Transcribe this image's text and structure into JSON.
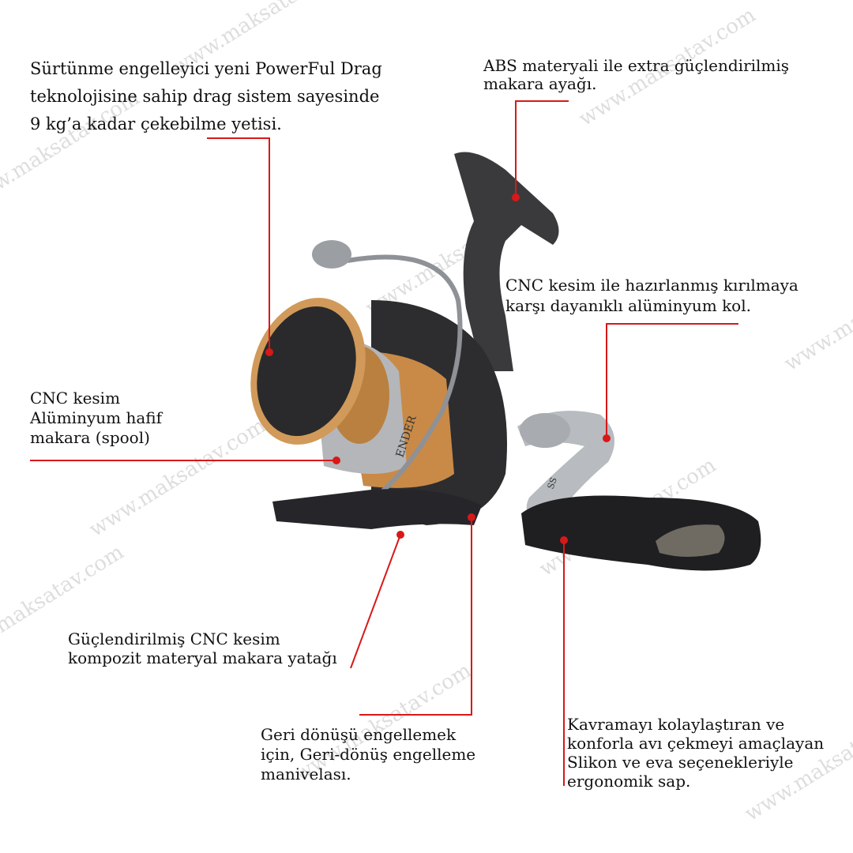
{
  "watermark": "www.maksatav.com",
  "colors": {
    "callout_line": "#d81818",
    "text": "#111111",
    "reel_dark": "#2f2f31",
    "reel_gold": "#c98a47",
    "reel_silver": "#b9bcc0"
  },
  "annotations": {
    "drag": {
      "lines": [
        "Sürtünme engelleyici yeni PowerFul Drag",
        "teknolojisine sahip drag sistem sayesinde",
        "9 kg’a kadar çekebilme yetisi."
      ]
    },
    "foot": {
      "lines": [
        "ABS materyali ile extra güçlendirilmiş",
        "makara ayağı."
      ]
    },
    "arm": {
      "lines": [
        "CNC kesim ile hazırlanmış kırılmaya",
        "karşı dayanıklı alüminyum kol."
      ]
    },
    "spool": {
      "lines": [
        "CNC kesim",
        "Alüminyum hafif",
        "makara (spool)"
      ]
    },
    "seat": {
      "lines": [
        "Güçlendirilmiş CNC kesim",
        "kompozit materyal makara yatağı"
      ]
    },
    "lever": {
      "lines": [
        "Geri dönüşü engellemek",
        "için, Geri-dönüş engelleme",
        "manivelası."
      ]
    },
    "handle": {
      "lines": [
        "Kavramayı kolaylaştıran ve",
        "konforla avı çekmeyi amaçlayan",
        "Slikon ve eva seçenekleriyle",
        "ergonomik sap."
      ]
    }
  },
  "reel_text": {
    "side_label": "ENDER",
    "knob_label": "SS"
  }
}
